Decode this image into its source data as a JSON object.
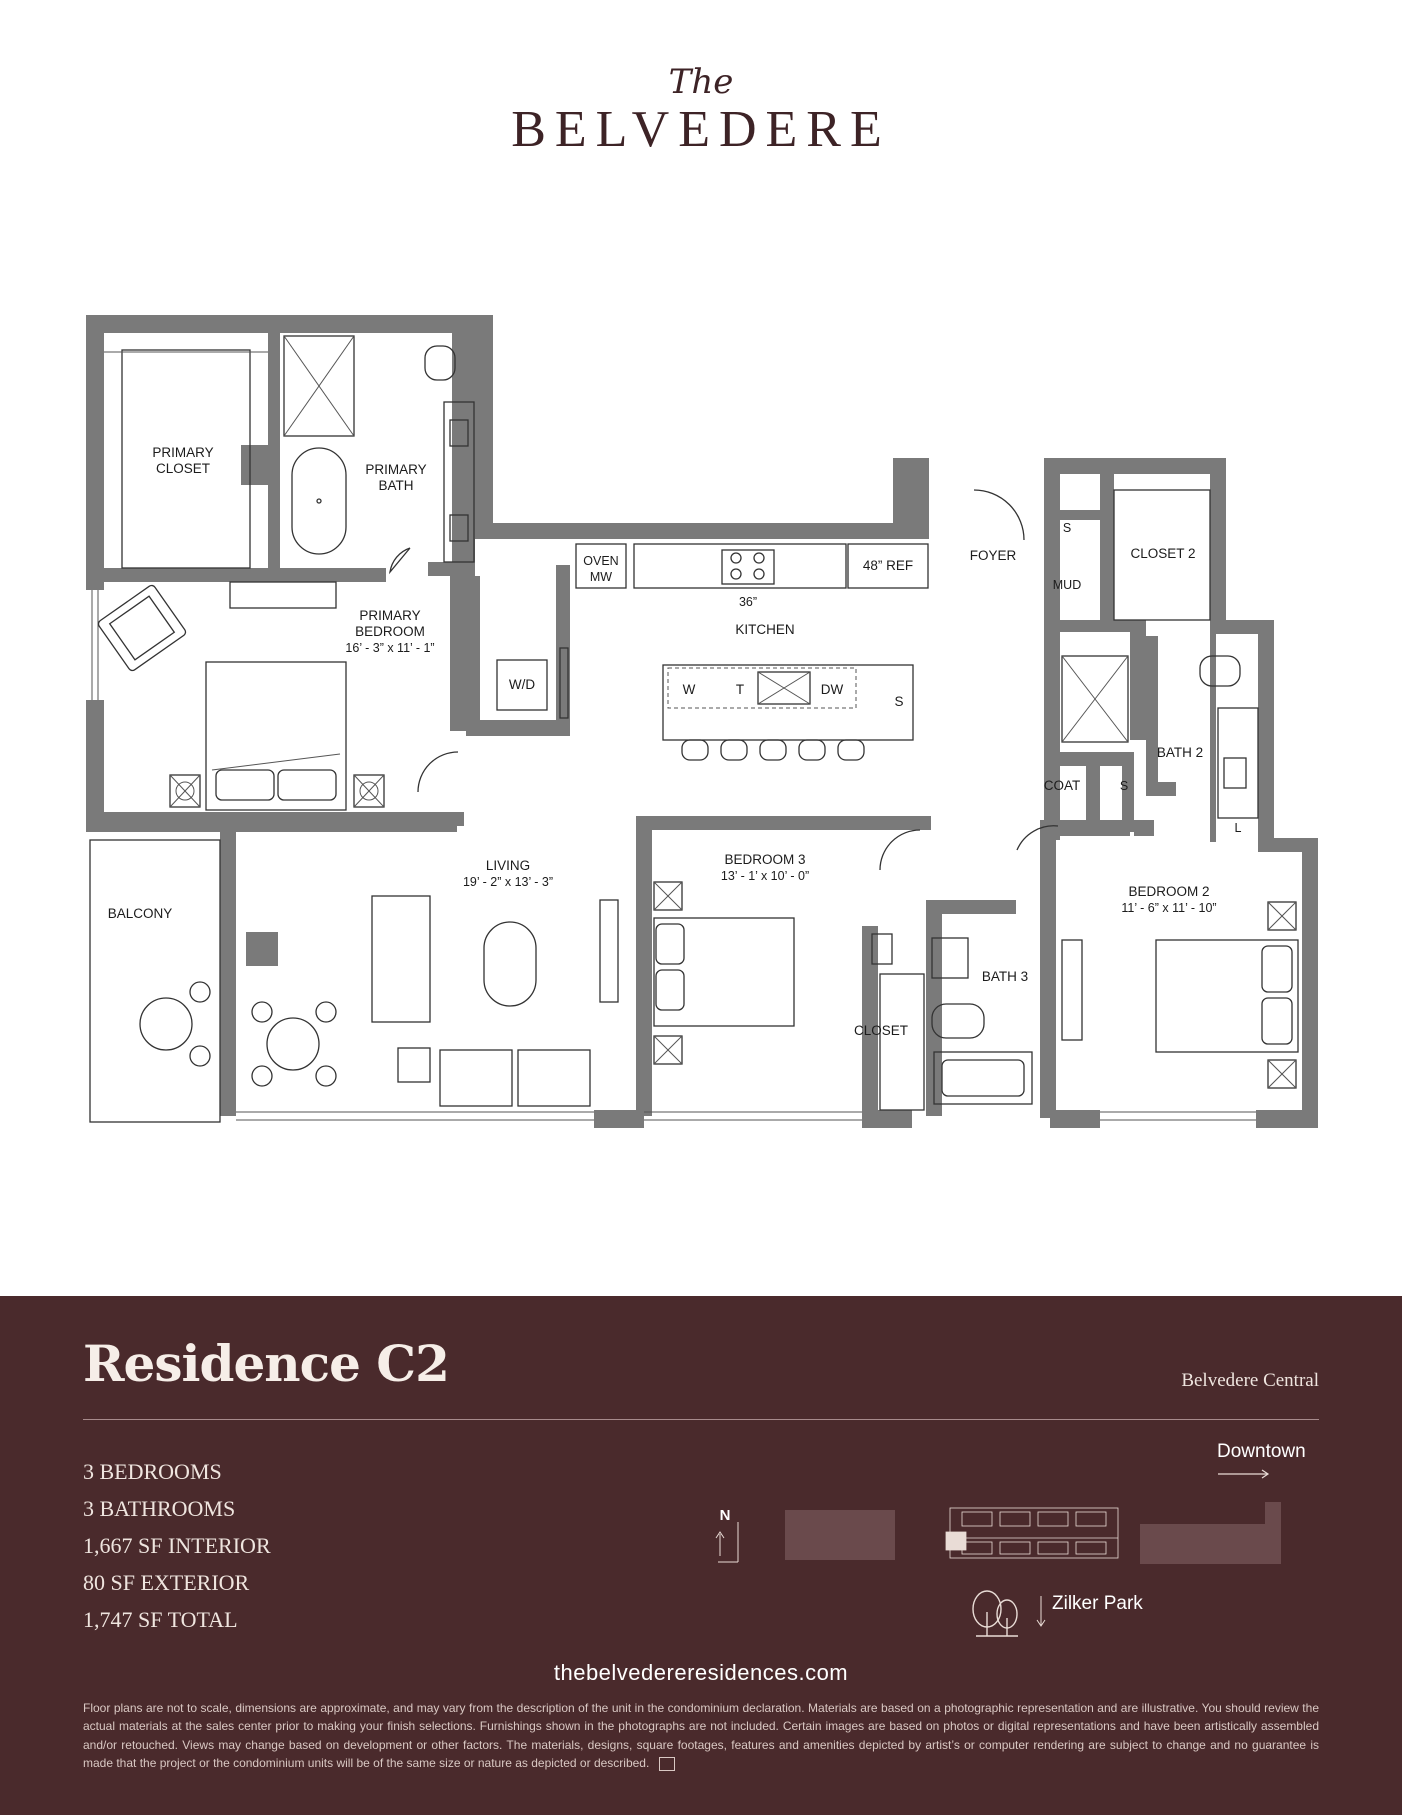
{
  "brand": {
    "article": "The",
    "name": "BELVEDERE"
  },
  "rooms": {
    "primary_closet": [
      "PRIMARY",
      "CLOSET"
    ],
    "primary_bath": [
      "PRIMARY",
      "BATH"
    ],
    "primary_bedroom": [
      "PRIMARY",
      "BEDROOM",
      "16’ - 3” x 11’ - 1”"
    ],
    "oven": [
      "OVEN",
      "MW"
    ],
    "cooktop_size": "36”",
    "ref": "48” REF",
    "kitchen": "KITCHEN",
    "foyer": "FOYER",
    "closet2": "CLOSET 2",
    "mud": "MUD",
    "s": "S",
    "wd": "W/D",
    "island_w": "W",
    "island_t": "T",
    "island_dw": "DW",
    "island_s": "S",
    "bath2": "BATH 2",
    "coat": "COAT",
    "coat_s": "S",
    "l": "L",
    "living": [
      "LIVING",
      "19’ - 2” x 13’ - 3”"
    ],
    "balcony": "BALCONY",
    "bedroom3": [
      "BEDROOM 3",
      "13’ - 1’ x 10’ - 0”"
    ],
    "closet": "CLOSET",
    "bath3": "BATH 3",
    "bedroom2": [
      "BEDROOM 2",
      "11’ - 6” x 11’ - 10”"
    ]
  },
  "footer": {
    "title": "Residence C2",
    "location": "Belvedere Central",
    "specs": [
      "3 BEDROOMS",
      "3 BATHROOMS",
      "1,667 SF INTERIOR",
      "80 SF EXTERIOR",
      "1,747 SF TOTAL"
    ],
    "north": "N",
    "downtown": "Downtown",
    "zilker": "Zilker Park",
    "url": "thebelvedereresidences.com",
    "disclaimer": "Floor plans are not to scale, dimensions are approximate, and may vary from the description of the unit in the condominium declaration. Materials are based on a photographic representation and are illustrative. You should review the actual materials at the sales center prior to making your finish selections. Furnishings shown in the photographs are not included. Certain images are based on photos or digital representations and have been artistically assembled and/or retouched. Views may change based on development or other factors. The materials, designs, square footages, features and amenities depicted by artist’s or computer rendering are subject to change and no guarantee is made that the project or the condominium units will be of the same size or nature as depicted or described.",
    "colors": {
      "background": "#4a2a2c",
      "text": "#f1e8e2"
    },
    "icons": [
      "north-arrow-icon",
      "tree-icon",
      "equal-housing-icon"
    ]
  }
}
